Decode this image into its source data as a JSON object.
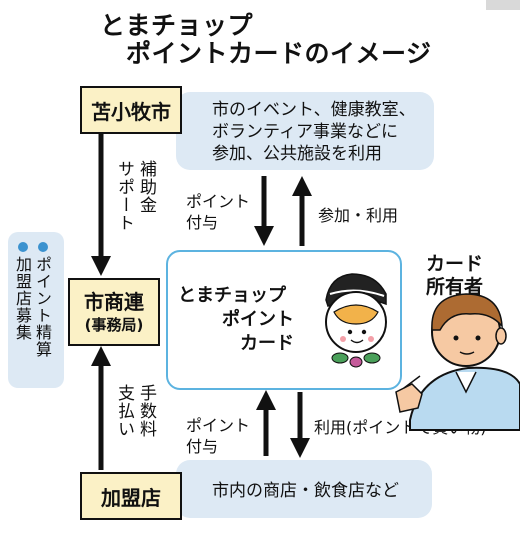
{
  "title": {
    "line1": "とまチョップ",
    "line2": "ポイントカードのイメージ"
  },
  "boxes": {
    "tomakomai_city": "苫小牧市",
    "shoren": "市商連",
    "shoren_sub": "(事務局)",
    "member_stores": "加盟店"
  },
  "areas": {
    "city_activities": [
      "市のイベント、健康教室、",
      "ボランティア事業などに",
      "参加、公共施設を利用"
    ],
    "shops": "市内の商店・飲食店など"
  },
  "card": {
    "lines": [
      "とまチョップ",
      "ポイント",
      "カード"
    ]
  },
  "holder": {
    "lines": [
      "カード",
      "所有者"
    ]
  },
  "labels": {
    "subsidy_col1": "補助金",
    "subsidy_col2": "サポート",
    "fee_col1": "手数料",
    "fee_col2": "支払い",
    "recruit_col1": "ポイント精算",
    "recruit_col2": "加盟店募集",
    "point_grant_top": [
      "ポイント",
      "付与"
    ],
    "participate_use": "参加・利用",
    "point_grant_bottom": [
      "ポイント",
      "付与"
    ],
    "use_buy": "利用(ポイントで買い物)"
  }
}
